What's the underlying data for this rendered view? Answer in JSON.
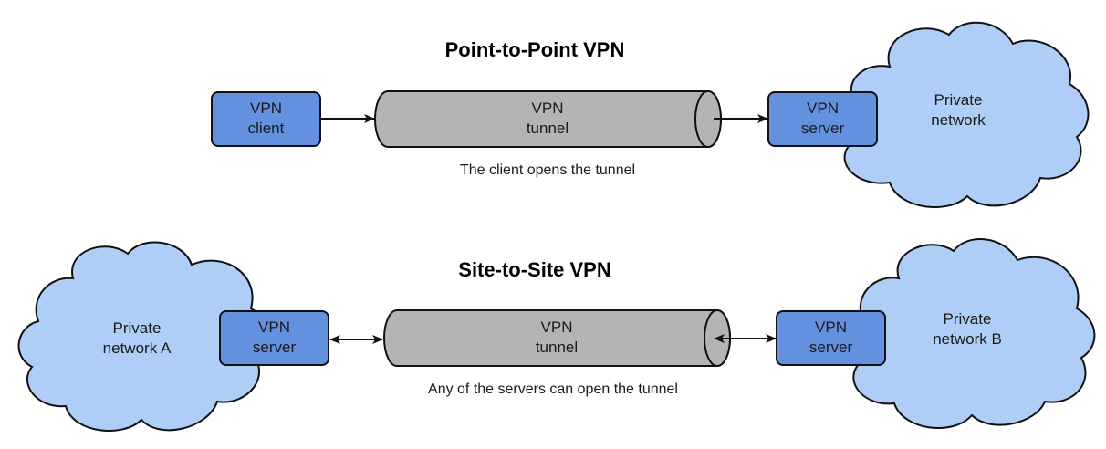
{
  "colors": {
    "box_fill": "#6490e0",
    "cloud_fill": "#aecdf7",
    "tunnel_fill": "#b4b4b4",
    "stroke": "#111111"
  },
  "point_to_point": {
    "title": "Point-to-Point VPN",
    "client_box": {
      "label": "VPN\nclient"
    },
    "tunnel": {
      "label": "VPN\ntunnel"
    },
    "server_box": {
      "label": "VPN\nserver"
    },
    "cloud": {
      "label": "Private\nnetwork"
    },
    "caption": "The client opens the tunnel",
    "arrows": [
      "client-to-tunnel",
      "tunnel-to-server"
    ]
  },
  "site_to_site": {
    "title": "Site-to-Site VPN",
    "cloud_a": {
      "label": "Private\nnetwork A"
    },
    "server_a": {
      "label": "VPN\nserver"
    },
    "tunnel": {
      "label": "VPN\ntunnel"
    },
    "server_b": {
      "label": "VPN\nserver"
    },
    "cloud_b": {
      "label": "Private\nnetwork B"
    },
    "caption": "Any of the servers can open the tunnel",
    "arrows": [
      "bidirectional-server-a-tunnel",
      "bidirectional-tunnel-server-b"
    ]
  }
}
